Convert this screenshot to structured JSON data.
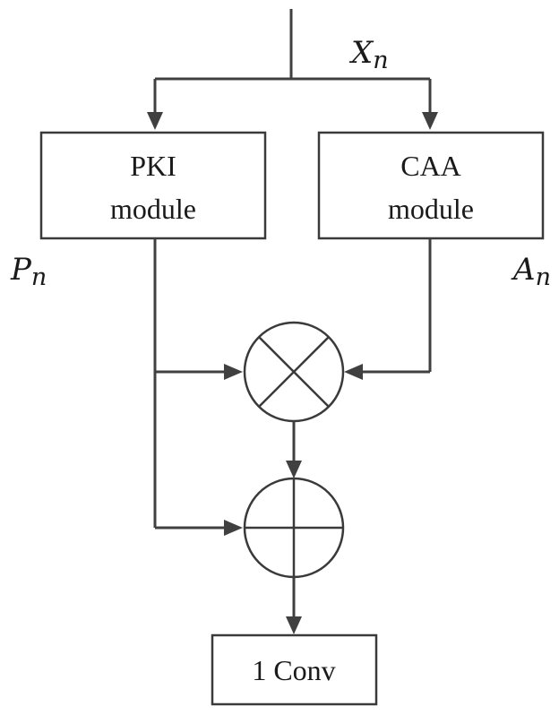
{
  "labels": {
    "input": {
      "symbol": "X",
      "subscript": "n"
    },
    "pki_output": {
      "symbol": "P",
      "subscript": "n"
    },
    "caa_output": {
      "symbol": "A",
      "subscript": "n"
    }
  },
  "modules": {
    "pki": {
      "line1": "PKI",
      "line2": "module"
    },
    "caa": {
      "line1": "CAA",
      "line2": "module"
    },
    "conv": {
      "label": "1 Conv"
    }
  },
  "operators": {
    "multiply": "element-wise multiplication",
    "add": "element-wise addition"
  },
  "colors": {
    "stroke": "#3a3a3a",
    "wire": "#404040",
    "background": "#ffffff"
  }
}
